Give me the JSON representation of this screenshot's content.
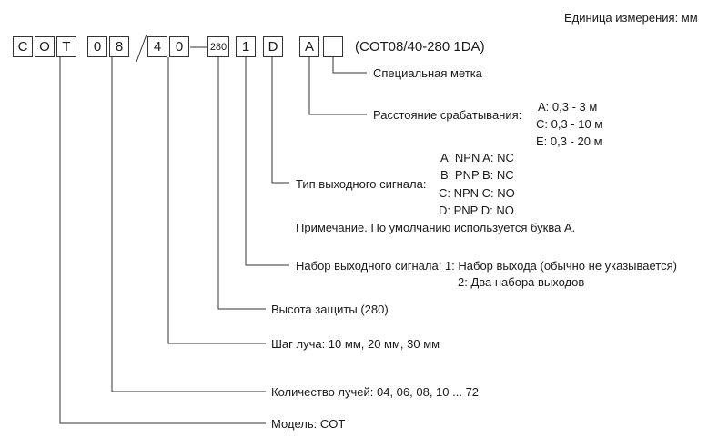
{
  "unit_label": "Единица измерения: мм",
  "code_boxes": [
    "C",
    "O",
    "T",
    "0",
    "8",
    "4",
    "0",
    "280",
    "1",
    "D",
    "A",
    ""
  ],
  "separator": "/",
  "full_code": "(COT08/40-280 1DA)",
  "labels": {
    "special": "Специальная метка",
    "distance": "Расстояние срабатывания:",
    "distance_opts": [
      "A: 0,3 - 3 м",
      "C: 0,3 - 10 м",
      "E: 0,3 - 20 м"
    ],
    "output_type": "Тип выходного сигнала:",
    "output_type_opts": [
      "A: NPN A: NC",
      "B: PNP B: NC",
      "C: NPN C: NO",
      "D: PNP D: NO"
    ],
    "note": "Примечание. По умолчанию используется буква А.",
    "output_set": "Набор выходного сигнала: 1: Набор выхода (обычно не указывается)",
    "output_set_2": "2: Два набора выходов",
    "height": "Высота защиты (280)",
    "pitch": "Шаг луча: 10 мм, 20 мм, 30 мм",
    "beams": "Количество лучей: 04, 06, 08, 10 ... 72",
    "model": "Модель: COT"
  }
}
